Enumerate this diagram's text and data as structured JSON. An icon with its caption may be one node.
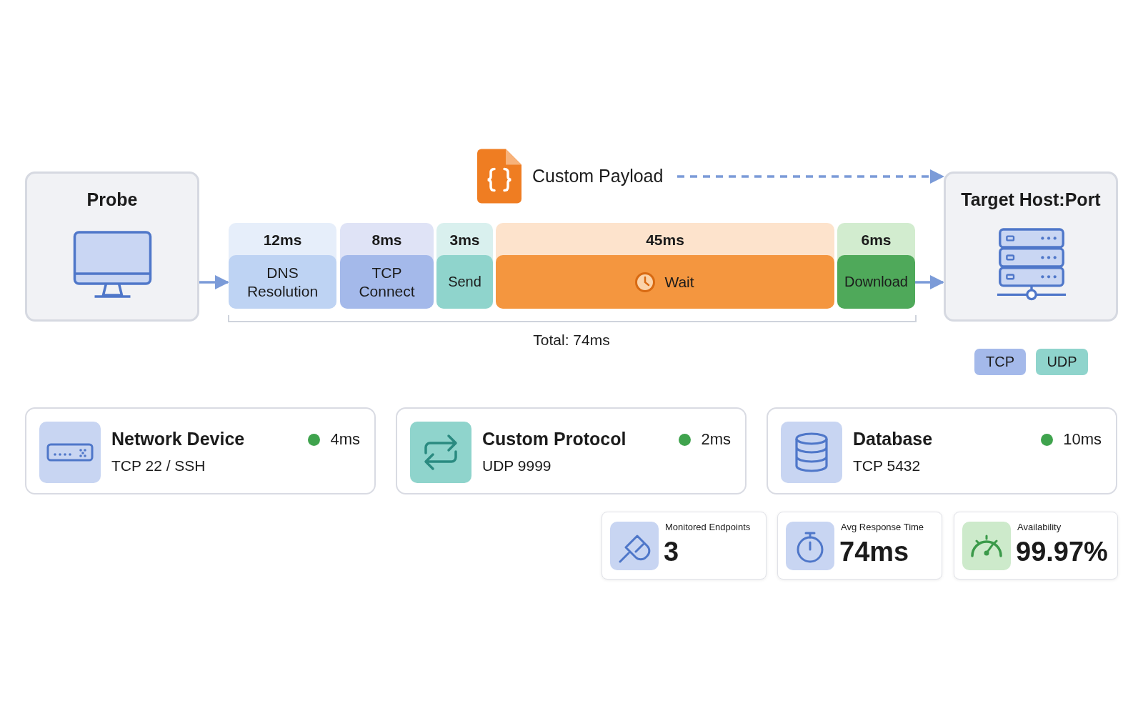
{
  "diagram": {
    "nodes": [
      {
        "text": [
          "Probe"
        ]
      },
      {
        "text": [
          "Custom Payload"
        ]
      },
      {
        "text": [
          "12ms",
          "DNS Resolution"
        ]
      },
      {
        "text": [
          "8ms",
          "TCP Connect"
        ]
      },
      {
        "text": [
          "3ms",
          "Send"
        ]
      },
      {
        "text": [
          "45ms",
          "Wait"
        ]
      },
      {
        "text": [
          "6ms",
          "Download"
        ]
      },
      {
        "text": [
          "Target Host:Port"
        ]
      },
      {
        "text": [
          "TCP"
        ]
      },
      {
        "text": [
          "UDP"
        ]
      },
      {
        "text": [
          "Network Device",
          "TCP 22 / SSH",
          "4ms"
        ]
      },
      {
        "text": [
          "Custom Protocol",
          "UDP 9999",
          "2ms"
        ]
      },
      {
        "text": [
          "Database",
          "TCP 5432",
          "10ms"
        ]
      },
      {
        "text": [
          "Monitored Endpoints",
          "3"
        ]
      },
      {
        "text": [
          "Avg Response Time",
          "74ms"
        ]
      },
      {
        "text": [
          "Availability",
          "99.97%"
        ]
      }
    ],
    "edges": [
      {
        "from": 1,
        "to": 7,
        "arrow": "to",
        "style": "dashed"
      },
      {
        "from": 0,
        "to": 2,
        "arrow": "to"
      },
      {
        "from": 6,
        "to": 7,
        "arrow": "to"
      }
    ],
    "labels": [
      "Total: 74ms"
    ]
  }
}
